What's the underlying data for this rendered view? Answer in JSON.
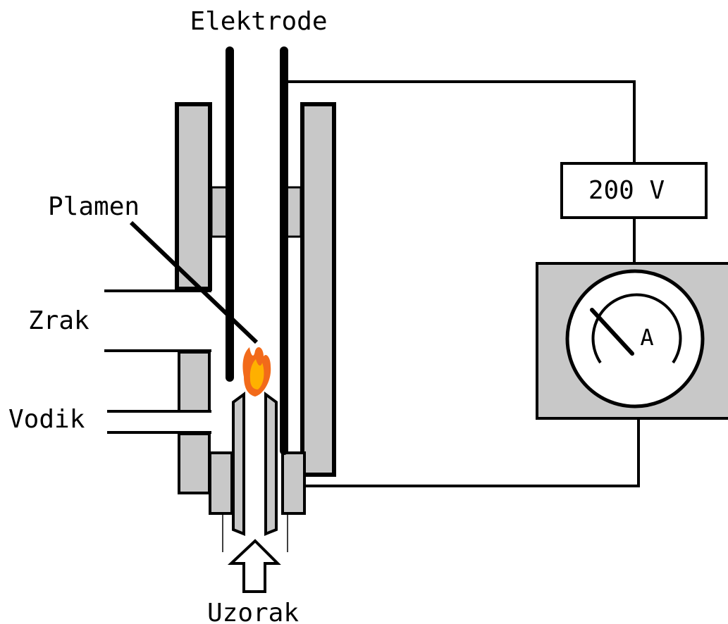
{
  "labels": {
    "electrode": "Elektrode",
    "flame": "Plamen",
    "air": "Zrak",
    "hydrogen": "Vodik",
    "sample": "Uzorak"
  },
  "voltage_source": {
    "label": "200 V"
  },
  "ammeter": {
    "symbol": "A"
  },
  "colors": {
    "wall_fill": "#c8c8c8",
    "stroke": "#000000",
    "flame_outer": "#f26a1a",
    "flame_inner": "#ffb000",
    "background": "#ffffff"
  }
}
